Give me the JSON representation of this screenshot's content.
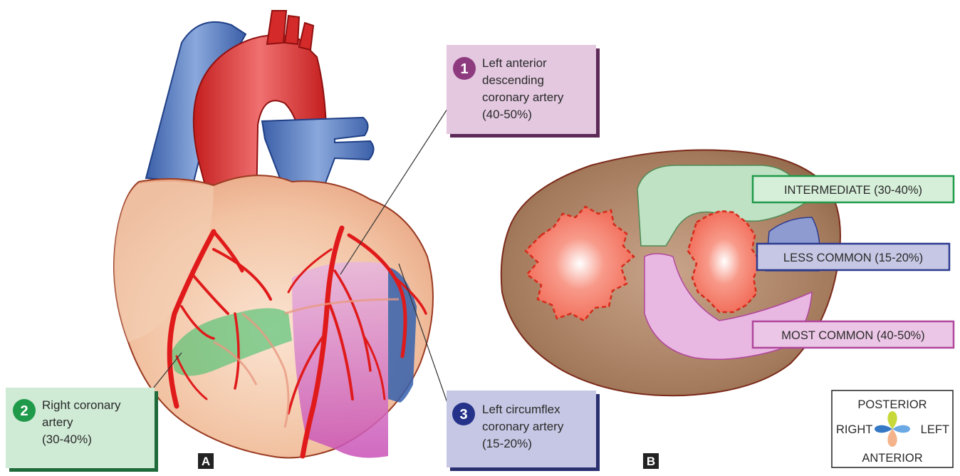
{
  "labels": {
    "lad": {
      "number": "1",
      "lines": [
        "Left anterior",
        "descending",
        "coronary artery",
        "(40-50%)"
      ]
    },
    "rca": {
      "number": "2",
      "lines": [
        "Right coronary",
        "artery",
        "(30-40%)"
      ]
    },
    "lcx": {
      "number": "3",
      "lines": [
        "Left circumflex",
        "coronary artery",
        "(15-20%)"
      ]
    }
  },
  "panel_b_boxes": {
    "intermediate": "INTERMEDIATE (30-40%)",
    "less_common": "LESS COMMON (15-20%)",
    "most_common": "MOST COMMON (40-50%)"
  },
  "orientation": {
    "top": "POSTERIOR",
    "left": "RIGHT",
    "right": "LEFT",
    "bottom": "ANTERIOR"
  },
  "panel_tags": {
    "a": "A",
    "b": "B"
  },
  "colors": {
    "lad_badge": "#8e3a7f",
    "rca_badge": "#1f9a4a",
    "lcx_badge": "#24328a",
    "lad_box": "#e3c8e0",
    "rca_box": "#cfead5",
    "lcx_box": "#c6c7e4",
    "green_box_border": "#1f9a4a",
    "blue_box_border": "#2d3a8f",
    "pink_box_border": "#b0479c",
    "artery": "#e01a1a",
    "vein": "#4a6fb5",
    "myocardium": "#f3c8a8"
  }
}
